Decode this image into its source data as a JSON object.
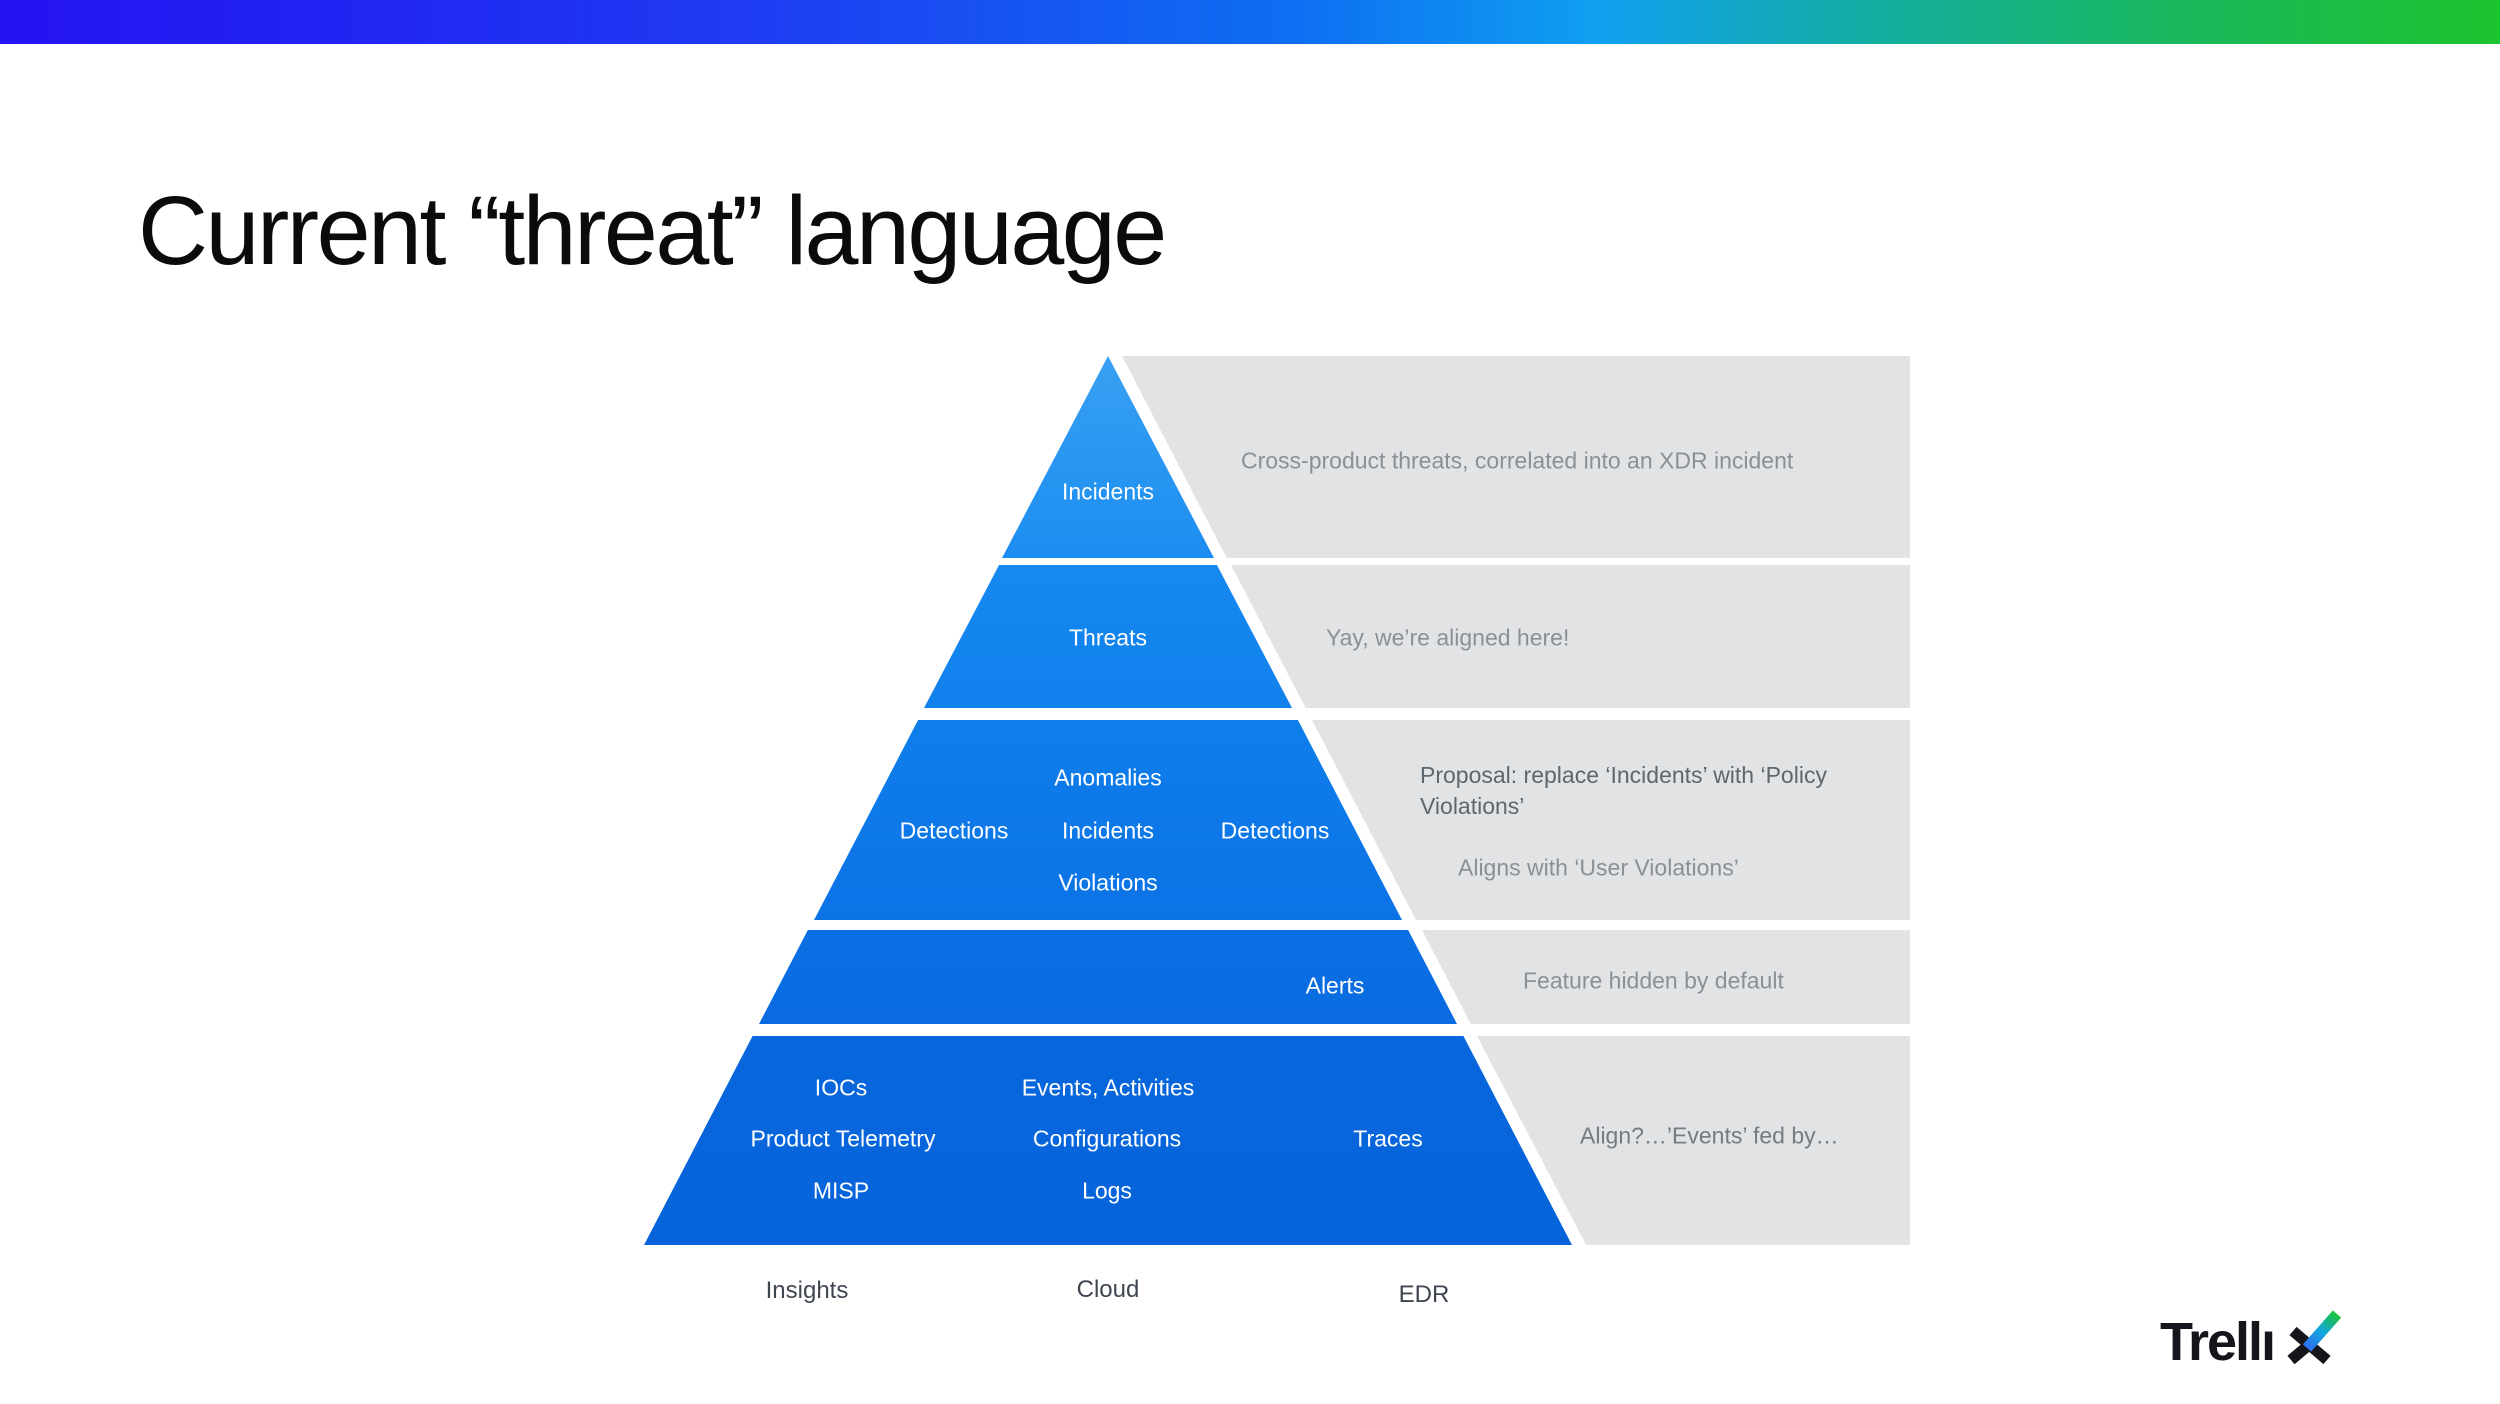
{
  "title": "Current “threat” language",
  "top_bar": {
    "gradient": [
      "#2412F1",
      "#1E3BF2",
      "#0E6FF2",
      "#0FA0F0",
      "#14AC9F",
      "#18B75C",
      "#1CC42E"
    ]
  },
  "pyramid": {
    "levels": [
      {
        "name": "incidents",
        "label": "Incidents"
      },
      {
        "name": "threats",
        "label": "Threats"
      },
      {
        "name": "detections",
        "labels": {
          "anomalies": "Anomalies",
          "detections_left": "Detections",
          "incidents": "Incidents",
          "detections_right": "Detections",
          "violations": "Violations"
        }
      },
      {
        "name": "alerts",
        "label": "Alerts"
      },
      {
        "name": "telemetry",
        "labels": {
          "iocs": "IOCs",
          "events": "Events, Activities",
          "product_telemetry": "Product Telemetry",
          "configurations": "Configurations",
          "traces": "Traces",
          "misp": "MISP",
          "logs": "Logs"
        }
      }
    ],
    "colors": {
      "top": "#38A0F3",
      "bottom": "#0663DA"
    }
  },
  "annotations": {
    "incidents": "Cross-product threats, correlated into an XDR incident",
    "threats": "Yay, we’re aligned here!",
    "detections_proposal": "Proposal: replace ‘Incidents’ with ‘Policy\nViolations’",
    "detections_aligns": "Aligns with ‘User Violations’",
    "alerts": "Feature hidden by default",
    "telemetry": "Align?…’Events’ fed by…",
    "panel_color": "#E2E3E5",
    "text_color": "#8A9095",
    "text_color_dark": "#5E666E"
  },
  "axis": {
    "insights": "Insights",
    "cloud": "Cloud",
    "edr": "EDR"
  },
  "logo": {
    "name": "Trellix",
    "wordmark_text": "Trellı",
    "slash_gradient": [
      "#3069F0",
      "#13A8DC",
      "#1AC32F"
    ]
  }
}
